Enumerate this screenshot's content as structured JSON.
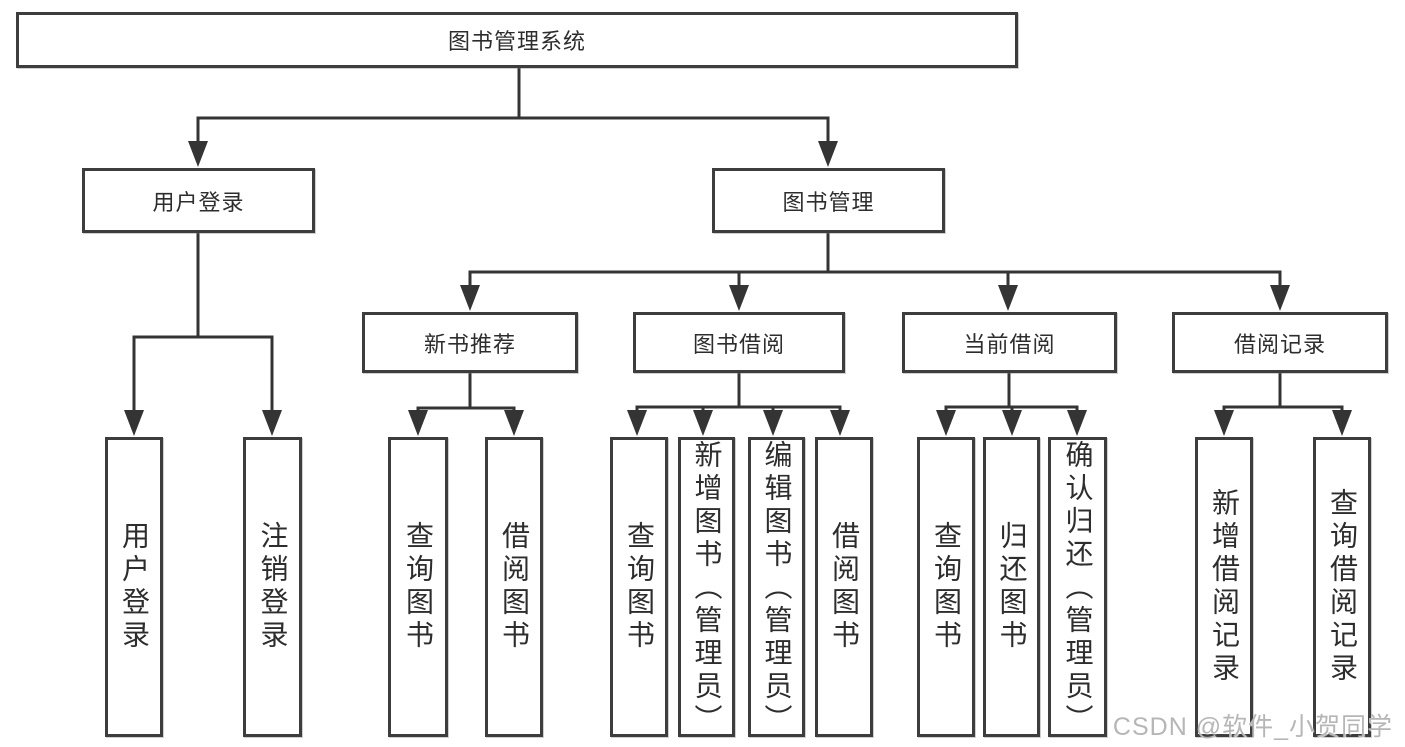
{
  "colors": {
    "border": "#3d3d3d",
    "line": "#343434",
    "text": "#2d2d2d",
    "watermark": "#b6b6b6",
    "background": "#ffffff"
  },
  "watermark": "CSDN @软件_小贺同学",
  "tree": {
    "root": {
      "label": "图书管理系统"
    },
    "branches": [
      {
        "label": "用户登录",
        "children": [
          {
            "label": "用户登录"
          },
          {
            "label": "注销登录"
          }
        ]
      },
      {
        "label": "图书管理",
        "children": [
          {
            "label": "新书推荐",
            "children": [
              {
                "label": "查询图书"
              },
              {
                "label": "借阅图书"
              }
            ]
          },
          {
            "label": "图书借阅",
            "children": [
              {
                "label": "查询图书"
              },
              {
                "label": "新增图书（管理员）"
              },
              {
                "label": "编辑图书（管理员）"
              },
              {
                "label": "借阅图书"
              }
            ]
          },
          {
            "label": "当前借阅",
            "children": [
              {
                "label": "查询图书"
              },
              {
                "label": "归还图书"
              },
              {
                "label": "确认归还（管理员）"
              }
            ]
          },
          {
            "label": "借阅记录",
            "children": [
              {
                "label": "新增借阅记录"
              },
              {
                "label": "查询借阅记录"
              }
            ]
          }
        ]
      }
    ]
  }
}
